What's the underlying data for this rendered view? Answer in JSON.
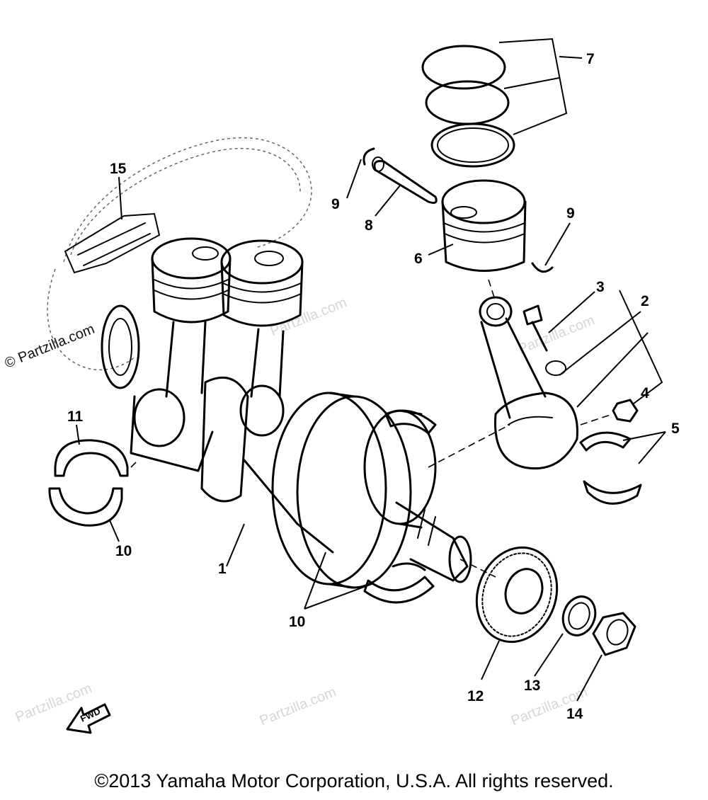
{
  "diagram": {
    "part_numbers": {
      "p1": "1",
      "p2": "2",
      "p3": "3",
      "p4": "4",
      "p5": "5",
      "p6": "6",
      "p7": "7",
      "p8": "8",
      "p9a": "9",
      "p9b": "9",
      "p10a": "10",
      "p10b": "10",
      "p11": "11",
      "p12": "12",
      "p13": "13",
      "p14": "14",
      "p15": "15"
    },
    "fwd_label": "FWD",
    "watermark": "Partzilla.com",
    "watermark_side": "© Partzilla.com"
  },
  "footer": {
    "copyright": "©2013 Yamaha Motor Corporation, U.S.A. All rights reserved."
  }
}
